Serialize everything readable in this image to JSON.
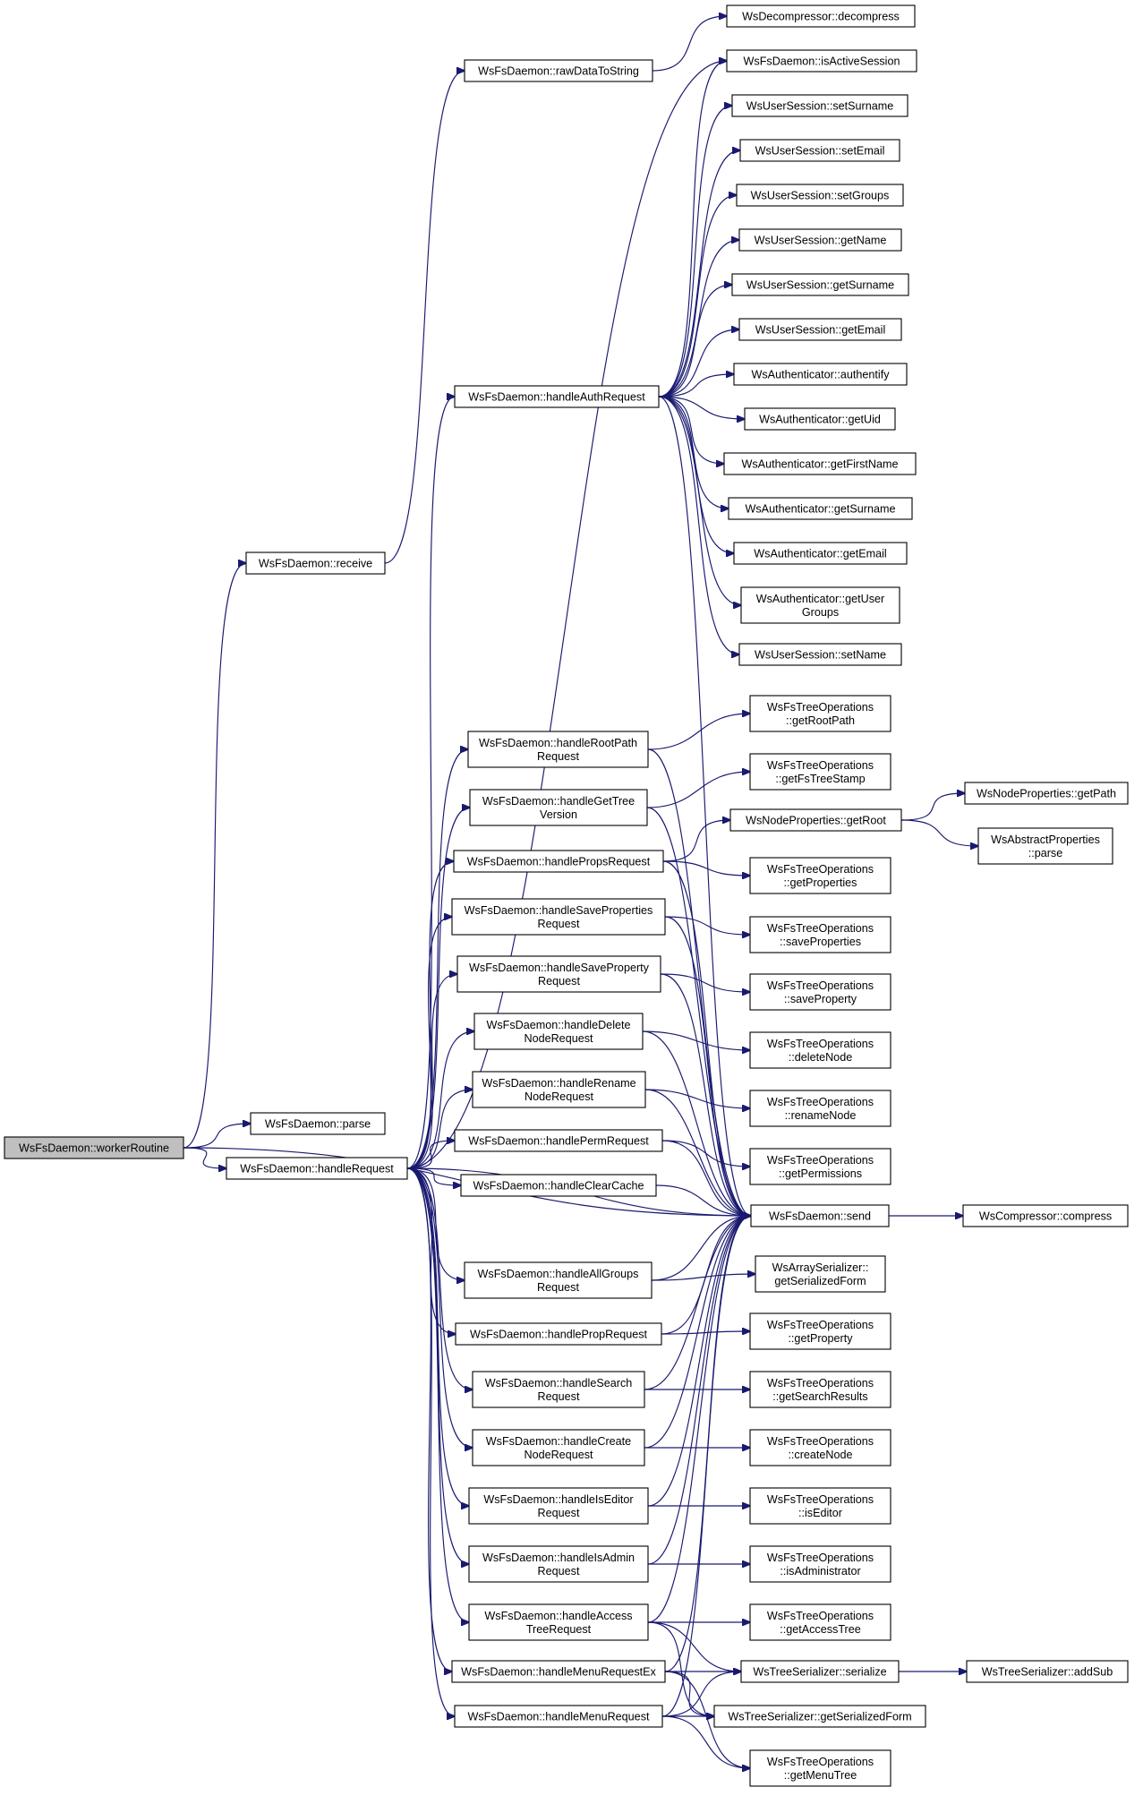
{
  "colors": {
    "edge": "#191970",
    "root_fill": "#bfbfbf",
    "node_fill": "#ffffff",
    "border": "#000000"
  },
  "nodes": [
    {
      "id": "workerRoutine",
      "lines": [
        "WsFsDaemon::workerRoutine"
      ],
      "root": true
    },
    {
      "id": "receive",
      "lines": [
        "WsFsDaemon::receive"
      ]
    },
    {
      "id": "parse",
      "lines": [
        "WsFsDaemon::parse"
      ]
    },
    {
      "id": "handleRequest",
      "lines": [
        "WsFsDaemon::handleRequest"
      ]
    },
    {
      "id": "rawDataToString",
      "lines": [
        "WsFsDaemon::rawDataToString"
      ]
    },
    {
      "id": "decompress",
      "lines": [
        "WsDecompressor::decompress"
      ]
    },
    {
      "id": "isActiveSession",
      "lines": [
        "WsFsDaemon::isActiveSession"
      ]
    },
    {
      "id": "us_setSurname",
      "lines": [
        "WsUserSession::setSurname"
      ]
    },
    {
      "id": "us_setEmail",
      "lines": [
        "WsUserSession::setEmail"
      ]
    },
    {
      "id": "us_setGroups",
      "lines": [
        "WsUserSession::setGroups"
      ]
    },
    {
      "id": "us_getName",
      "lines": [
        "WsUserSession::getName"
      ]
    },
    {
      "id": "us_getSurname",
      "lines": [
        "WsUserSession::getSurname"
      ]
    },
    {
      "id": "us_getEmail",
      "lines": [
        "WsUserSession::getEmail"
      ]
    },
    {
      "id": "au_authentify",
      "lines": [
        "WsAuthenticator::authentify"
      ]
    },
    {
      "id": "au_getUid",
      "lines": [
        "WsAuthenticator::getUid"
      ]
    },
    {
      "id": "au_getFirstName",
      "lines": [
        "WsAuthenticator::getFirstName"
      ]
    },
    {
      "id": "au_getSurname",
      "lines": [
        "WsAuthenticator::getSurname"
      ]
    },
    {
      "id": "au_getEmail",
      "lines": [
        "WsAuthenticator::getEmail"
      ]
    },
    {
      "id": "au_getUserGroups",
      "lines": [
        "WsAuthenticator::getUser",
        "Groups"
      ]
    },
    {
      "id": "us_setName",
      "lines": [
        "WsUserSession::setName"
      ]
    },
    {
      "id": "handleAuthRequest",
      "lines": [
        "WsFsDaemon::handleAuthRequest"
      ]
    },
    {
      "id": "handleRootPathRequest",
      "lines": [
        "WsFsDaemon::handleRootPath",
        "Request"
      ]
    },
    {
      "id": "to_getRootPath",
      "lines": [
        "WsFsTreeOperations",
        "::getRootPath"
      ]
    },
    {
      "id": "handleGetTreeVersion",
      "lines": [
        "WsFsDaemon::handleGetTree",
        "Version"
      ]
    },
    {
      "id": "to_getFsTreeStamp",
      "lines": [
        "WsFsTreeOperations",
        "::getFsTreeStamp"
      ]
    },
    {
      "id": "np_getRoot",
      "lines": [
        "WsNodeProperties::getRoot"
      ]
    },
    {
      "id": "np_getPath",
      "lines": [
        "WsNodeProperties::getPath"
      ]
    },
    {
      "id": "ap_parse",
      "lines": [
        "WsAbstractProperties",
        "::parse"
      ]
    },
    {
      "id": "handlePropsRequest",
      "lines": [
        "WsFsDaemon::handlePropsRequest"
      ]
    },
    {
      "id": "to_getProperties",
      "lines": [
        "WsFsTreeOperations",
        "::getProperties"
      ]
    },
    {
      "id": "handleSavePropertiesRequest",
      "lines": [
        "WsFsDaemon::handleSaveProperties",
        "Request"
      ]
    },
    {
      "id": "to_saveProperties",
      "lines": [
        "WsFsTreeOperations",
        "::saveProperties"
      ]
    },
    {
      "id": "handleSavePropertyRequest",
      "lines": [
        "WsFsDaemon::handleSaveProperty",
        "Request"
      ]
    },
    {
      "id": "to_saveProperty",
      "lines": [
        "WsFsTreeOperations",
        "::saveProperty"
      ]
    },
    {
      "id": "handleDeleteNodeRequest",
      "lines": [
        "WsFsDaemon::handleDelete",
        "NodeRequest"
      ]
    },
    {
      "id": "to_deleteNode",
      "lines": [
        "WsFsTreeOperations",
        "::deleteNode"
      ]
    },
    {
      "id": "handleRenameNodeRequest",
      "lines": [
        "WsFsDaemon::handleRename",
        "NodeRequest"
      ]
    },
    {
      "id": "to_renameNode",
      "lines": [
        "WsFsTreeOperations",
        "::renameNode"
      ]
    },
    {
      "id": "handlePermRequest",
      "lines": [
        "WsFsDaemon::handlePermRequest"
      ]
    },
    {
      "id": "to_getPermissions",
      "lines": [
        "WsFsTreeOperations",
        "::getPermissions"
      ]
    },
    {
      "id": "handleClearCache",
      "lines": [
        "WsFsDaemon::handleClearCache"
      ]
    },
    {
      "id": "send",
      "lines": [
        "WsFsDaemon::send"
      ]
    },
    {
      "id": "compress",
      "lines": [
        "WsCompressor::compress"
      ]
    },
    {
      "id": "handleAllGroupsRequest",
      "lines": [
        "WsFsDaemon::handleAllGroups",
        "Request"
      ]
    },
    {
      "id": "as_getSerializedForm",
      "lines": [
        "WsArraySerializer::",
        "getSerializedForm"
      ]
    },
    {
      "id": "handlePropRequest",
      "lines": [
        "WsFsDaemon::handlePropRequest"
      ]
    },
    {
      "id": "to_getProperty",
      "lines": [
        "WsFsTreeOperations",
        "::getProperty"
      ]
    },
    {
      "id": "handleSearchRequest",
      "lines": [
        "WsFsDaemon::handleSearch",
        "Request"
      ]
    },
    {
      "id": "to_getSearchResults",
      "lines": [
        "WsFsTreeOperations",
        "::getSearchResults"
      ]
    },
    {
      "id": "handleCreateNodeRequest",
      "lines": [
        "WsFsDaemon::handleCreate",
        "NodeRequest"
      ]
    },
    {
      "id": "to_createNode",
      "lines": [
        "WsFsTreeOperations",
        "::createNode"
      ]
    },
    {
      "id": "handleIsEditorRequest",
      "lines": [
        "WsFsDaemon::handleIsEditor",
        "Request"
      ]
    },
    {
      "id": "to_isEditor",
      "lines": [
        "WsFsTreeOperations",
        "::isEditor"
      ]
    },
    {
      "id": "handleIsAdminRequest",
      "lines": [
        "WsFsDaemon::handleIsAdmin",
        "Request"
      ]
    },
    {
      "id": "to_isAdministrator",
      "lines": [
        "WsFsTreeOperations",
        "::isAdministrator"
      ]
    },
    {
      "id": "handleAccessTreeRequest",
      "lines": [
        "WsFsDaemon::handleAccess",
        "TreeRequest"
      ]
    },
    {
      "id": "to_getAccessTree",
      "lines": [
        "WsFsTreeOperations",
        "::getAccessTree"
      ]
    },
    {
      "id": "handleMenuRequestEx",
      "lines": [
        "WsFsDaemon::handleMenuRequestEx"
      ]
    },
    {
      "id": "ts_serialize",
      "lines": [
        "WsTreeSerializer::serialize"
      ]
    },
    {
      "id": "ts_addSub",
      "lines": [
        "WsTreeSerializer::addSub"
      ]
    },
    {
      "id": "handleMenuRequest",
      "lines": [
        "WsFsDaemon::handleMenuRequest"
      ]
    },
    {
      "id": "ts_getSerializedForm",
      "lines": [
        "WsTreeSerializer::getSerializedForm"
      ]
    },
    {
      "id": "to_getMenuTree",
      "lines": [
        "WsFsTreeOperations",
        "::getMenuTree"
      ]
    }
  ],
  "edges": [
    [
      "workerRoutine",
      "receive"
    ],
    [
      "workerRoutine",
      "parse"
    ],
    [
      "workerRoutine",
      "handleRequest"
    ],
    [
      "workerRoutine",
      "send"
    ],
    [
      "receive",
      "rawDataToString"
    ],
    [
      "rawDataToString",
      "decompress"
    ],
    [
      "handleRequest",
      "isActiveSession"
    ],
    [
      "handleRequest",
      "handleAuthRequest"
    ],
    [
      "handleRequest",
      "handleRootPathRequest"
    ],
    [
      "handleRequest",
      "handleGetTreeVersion"
    ],
    [
      "handleRequest",
      "handlePropsRequest"
    ],
    [
      "handleRequest",
      "handleSavePropertiesRequest"
    ],
    [
      "handleRequest",
      "handleSavePropertyRequest"
    ],
    [
      "handleRequest",
      "handleDeleteNodeRequest"
    ],
    [
      "handleRequest",
      "handleRenameNodeRequest"
    ],
    [
      "handleRequest",
      "handlePermRequest"
    ],
    [
      "handleRequest",
      "handleClearCache"
    ],
    [
      "handleRequest",
      "send"
    ],
    [
      "handleRequest",
      "handleAllGroupsRequest"
    ],
    [
      "handleRequest",
      "handlePropRequest"
    ],
    [
      "handleRequest",
      "handleSearchRequest"
    ],
    [
      "handleRequest",
      "handleCreateNodeRequest"
    ],
    [
      "handleRequest",
      "handleIsEditorRequest"
    ],
    [
      "handleRequest",
      "handleIsAdminRequest"
    ],
    [
      "handleRequest",
      "handleAccessTreeRequest"
    ],
    [
      "handleRequest",
      "handleMenuRequestEx"
    ],
    [
      "handleRequest",
      "handleMenuRequest"
    ],
    [
      "handleAuthRequest",
      "isActiveSession"
    ],
    [
      "handleAuthRequest",
      "us_setSurname"
    ],
    [
      "handleAuthRequest",
      "us_setEmail"
    ],
    [
      "handleAuthRequest",
      "us_setGroups"
    ],
    [
      "handleAuthRequest",
      "us_getName"
    ],
    [
      "handleAuthRequest",
      "us_getSurname"
    ],
    [
      "handleAuthRequest",
      "us_getEmail"
    ],
    [
      "handleAuthRequest",
      "au_authentify"
    ],
    [
      "handleAuthRequest",
      "au_getUid"
    ],
    [
      "handleAuthRequest",
      "au_getFirstName"
    ],
    [
      "handleAuthRequest",
      "au_getSurname"
    ],
    [
      "handleAuthRequest",
      "au_getEmail"
    ],
    [
      "handleAuthRequest",
      "au_getUserGroups"
    ],
    [
      "handleAuthRequest",
      "us_setName"
    ],
    [
      "handleAuthRequest",
      "send"
    ],
    [
      "handleRootPathRequest",
      "to_getRootPath"
    ],
    [
      "handleRootPathRequest",
      "send"
    ],
    [
      "handleGetTreeVersion",
      "to_getFsTreeStamp"
    ],
    [
      "handleGetTreeVersion",
      "send"
    ],
    [
      "handlePropsRequest",
      "np_getRoot"
    ],
    [
      "handlePropsRequest",
      "to_getProperties"
    ],
    [
      "handlePropsRequest",
      "send"
    ],
    [
      "np_getRoot",
      "np_getPath"
    ],
    [
      "np_getRoot",
      "ap_parse"
    ],
    [
      "handleSavePropertiesRequest",
      "to_saveProperties"
    ],
    [
      "handleSavePropertiesRequest",
      "send"
    ],
    [
      "handleSavePropertyRequest",
      "to_saveProperty"
    ],
    [
      "handleSavePropertyRequest",
      "send"
    ],
    [
      "handleDeleteNodeRequest",
      "to_deleteNode"
    ],
    [
      "handleDeleteNodeRequest",
      "send"
    ],
    [
      "handleRenameNodeRequest",
      "to_renameNode"
    ],
    [
      "handleRenameNodeRequest",
      "send"
    ],
    [
      "handlePermRequest",
      "to_getPermissions"
    ],
    [
      "handlePermRequest",
      "send"
    ],
    [
      "handleClearCache",
      "send"
    ],
    [
      "send",
      "compress"
    ],
    [
      "handleAllGroupsRequest",
      "as_getSerializedForm"
    ],
    [
      "handleAllGroupsRequest",
      "send"
    ],
    [
      "handlePropRequest",
      "to_getProperty"
    ],
    [
      "handlePropRequest",
      "send"
    ],
    [
      "handleSearchRequest",
      "to_getSearchResults"
    ],
    [
      "handleSearchRequest",
      "send"
    ],
    [
      "handleCreateNodeRequest",
      "to_createNode"
    ],
    [
      "handleCreateNodeRequest",
      "send"
    ],
    [
      "handleIsEditorRequest",
      "to_isEditor"
    ],
    [
      "handleIsEditorRequest",
      "send"
    ],
    [
      "handleIsAdminRequest",
      "to_isAdministrator"
    ],
    [
      "handleIsAdminRequest",
      "send"
    ],
    [
      "handleAccessTreeRequest",
      "to_getAccessTree"
    ],
    [
      "handleAccessTreeRequest",
      "ts_serialize"
    ],
    [
      "handleAccessTreeRequest",
      "ts_getSerializedForm"
    ],
    [
      "handleAccessTreeRequest",
      "send"
    ],
    [
      "handleMenuRequestEx",
      "ts_serialize"
    ],
    [
      "handleMenuRequestEx",
      "ts_getSerializedForm"
    ],
    [
      "handleMenuRequestEx",
      "to_getMenuTree"
    ],
    [
      "handleMenuRequestEx",
      "send"
    ],
    [
      "ts_serialize",
      "ts_addSub"
    ],
    [
      "handleMenuRequest",
      "ts_serialize"
    ],
    [
      "handleMenuRequest",
      "ts_getSerializedForm"
    ],
    [
      "handleMenuRequest",
      "to_getMenuTree"
    ],
    [
      "handleMenuRequest",
      "send"
    ]
  ]
}
